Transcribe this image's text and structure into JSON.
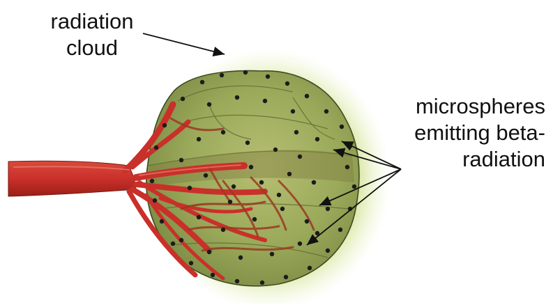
{
  "labels": {
    "radiation_cloud": [
      "radiation",
      "cloud"
    ],
    "microspheres": [
      "microspheres",
      "emitting beta-",
      "radiation"
    ]
  },
  "colors": {
    "glow": "#c8dc7a",
    "tumor_fill": "#9aa95a",
    "tumor_dark": "#7f7c3e",
    "artery": "#c9302a",
    "artery_dark": "#8e1a14",
    "microsphere": "#1b1b1b",
    "text": "#111111"
  },
  "icons": {
    "microsphere": "black-dot",
    "pointer": "arrow"
  }
}
